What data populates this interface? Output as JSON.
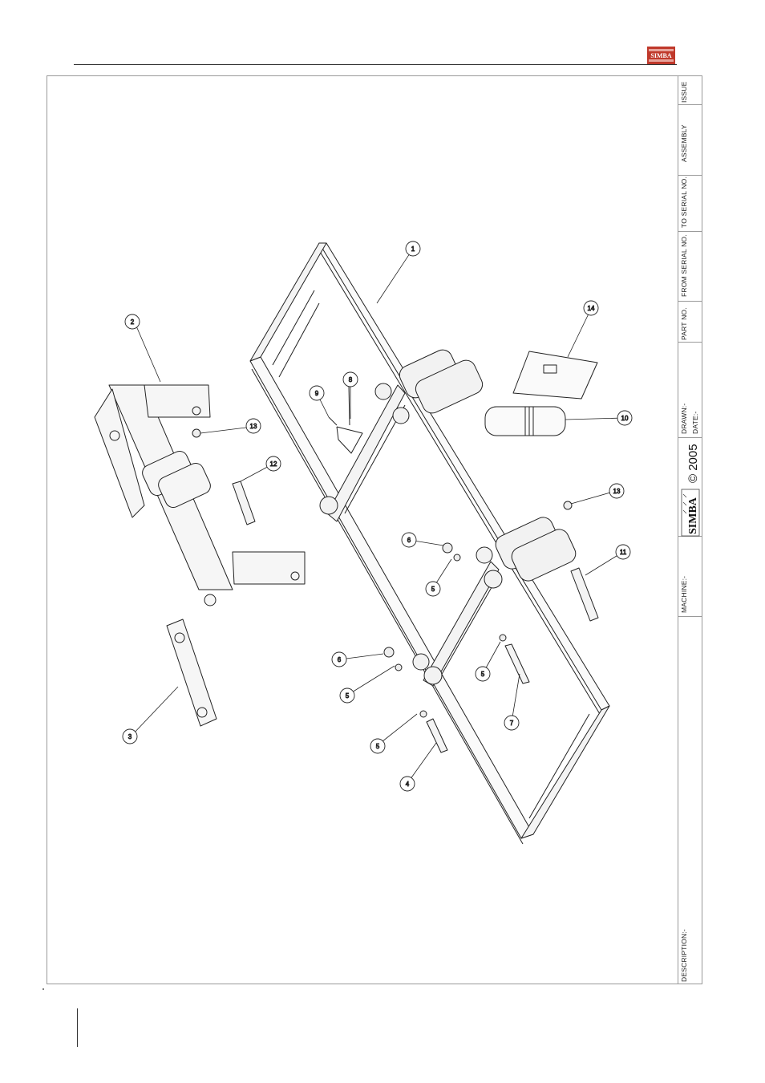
{
  "title_block": {
    "issue": "ISSUE",
    "assembly": "ASSEMBLY",
    "to_serial": "TO SERIAL NO.",
    "from_serial": "FROM SERIAL NO.",
    "part_no": "PART NO.",
    "drawn": "DRAWN:-",
    "date": "DATE:-",
    "copyright": "© 2005",
    "brand": "SIMBA",
    "machine": "MACHINE:-",
    "description": "DESCRIPTION:-"
  },
  "logo": {
    "text": "SIMBA",
    "color": "#c0392b"
  },
  "callouts": [
    {
      "id": "c1",
      "number": "1"
    },
    {
      "id": "c2",
      "number": "2"
    },
    {
      "id": "c3",
      "number": "3"
    },
    {
      "id": "c4",
      "number": "4"
    },
    {
      "id": "c5a",
      "number": "5"
    },
    {
      "id": "c5b",
      "number": "5"
    },
    {
      "id": "c5c",
      "number": "5"
    },
    {
      "id": "c5d",
      "number": "5"
    },
    {
      "id": "c6a",
      "number": "6"
    },
    {
      "id": "c6b",
      "number": "6"
    },
    {
      "id": "c7",
      "number": "7"
    },
    {
      "id": "c8",
      "number": "8"
    },
    {
      "id": "c9",
      "number": "9"
    },
    {
      "id": "c10",
      "number": "10"
    },
    {
      "id": "c11",
      "number": "11"
    },
    {
      "id": "c12",
      "number": "12"
    },
    {
      "id": "c13a",
      "number": "13"
    },
    {
      "id": "c13b",
      "number": "13"
    },
    {
      "id": "c14",
      "number": "14"
    }
  ]
}
